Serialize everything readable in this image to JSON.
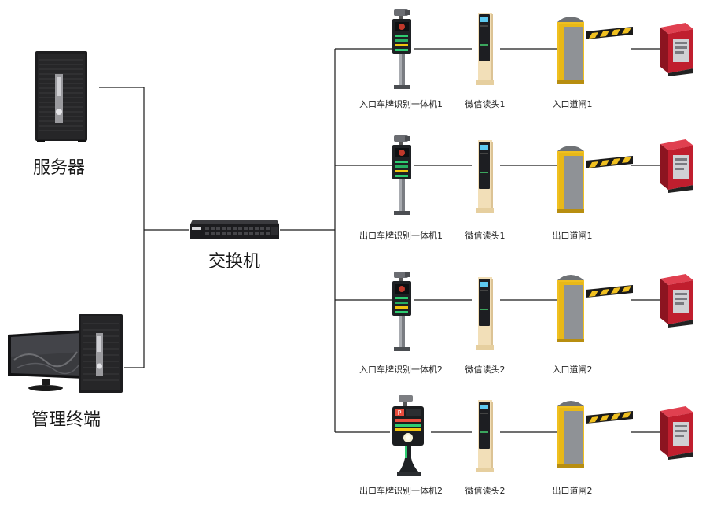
{
  "server_label": "服务器",
  "mgmt_label": "管理终端",
  "switch_label": "交换机",
  "rows": [
    {
      "camera": "入口车牌识别一体机1",
      "reader": "微信读头1",
      "gate": "入口道闸1"
    },
    {
      "camera": "出口车牌识别一体机1",
      "reader": "微信读头1",
      "gate": "出口道闸1"
    },
    {
      "camera": "入口车牌识别一体机2",
      "reader": "微信读头2",
      "gate": "入口道闸2"
    },
    {
      "camera": "出口车牌识别一体机2",
      "reader": "微信读头2",
      "gate": "出口道闸2"
    }
  ],
  "colors": {
    "line": "#1a1a1a",
    "gate_yellow": "#f0c020",
    "reader_wood": "#f2dfb8",
    "detector_red": "#c01e2e"
  }
}
